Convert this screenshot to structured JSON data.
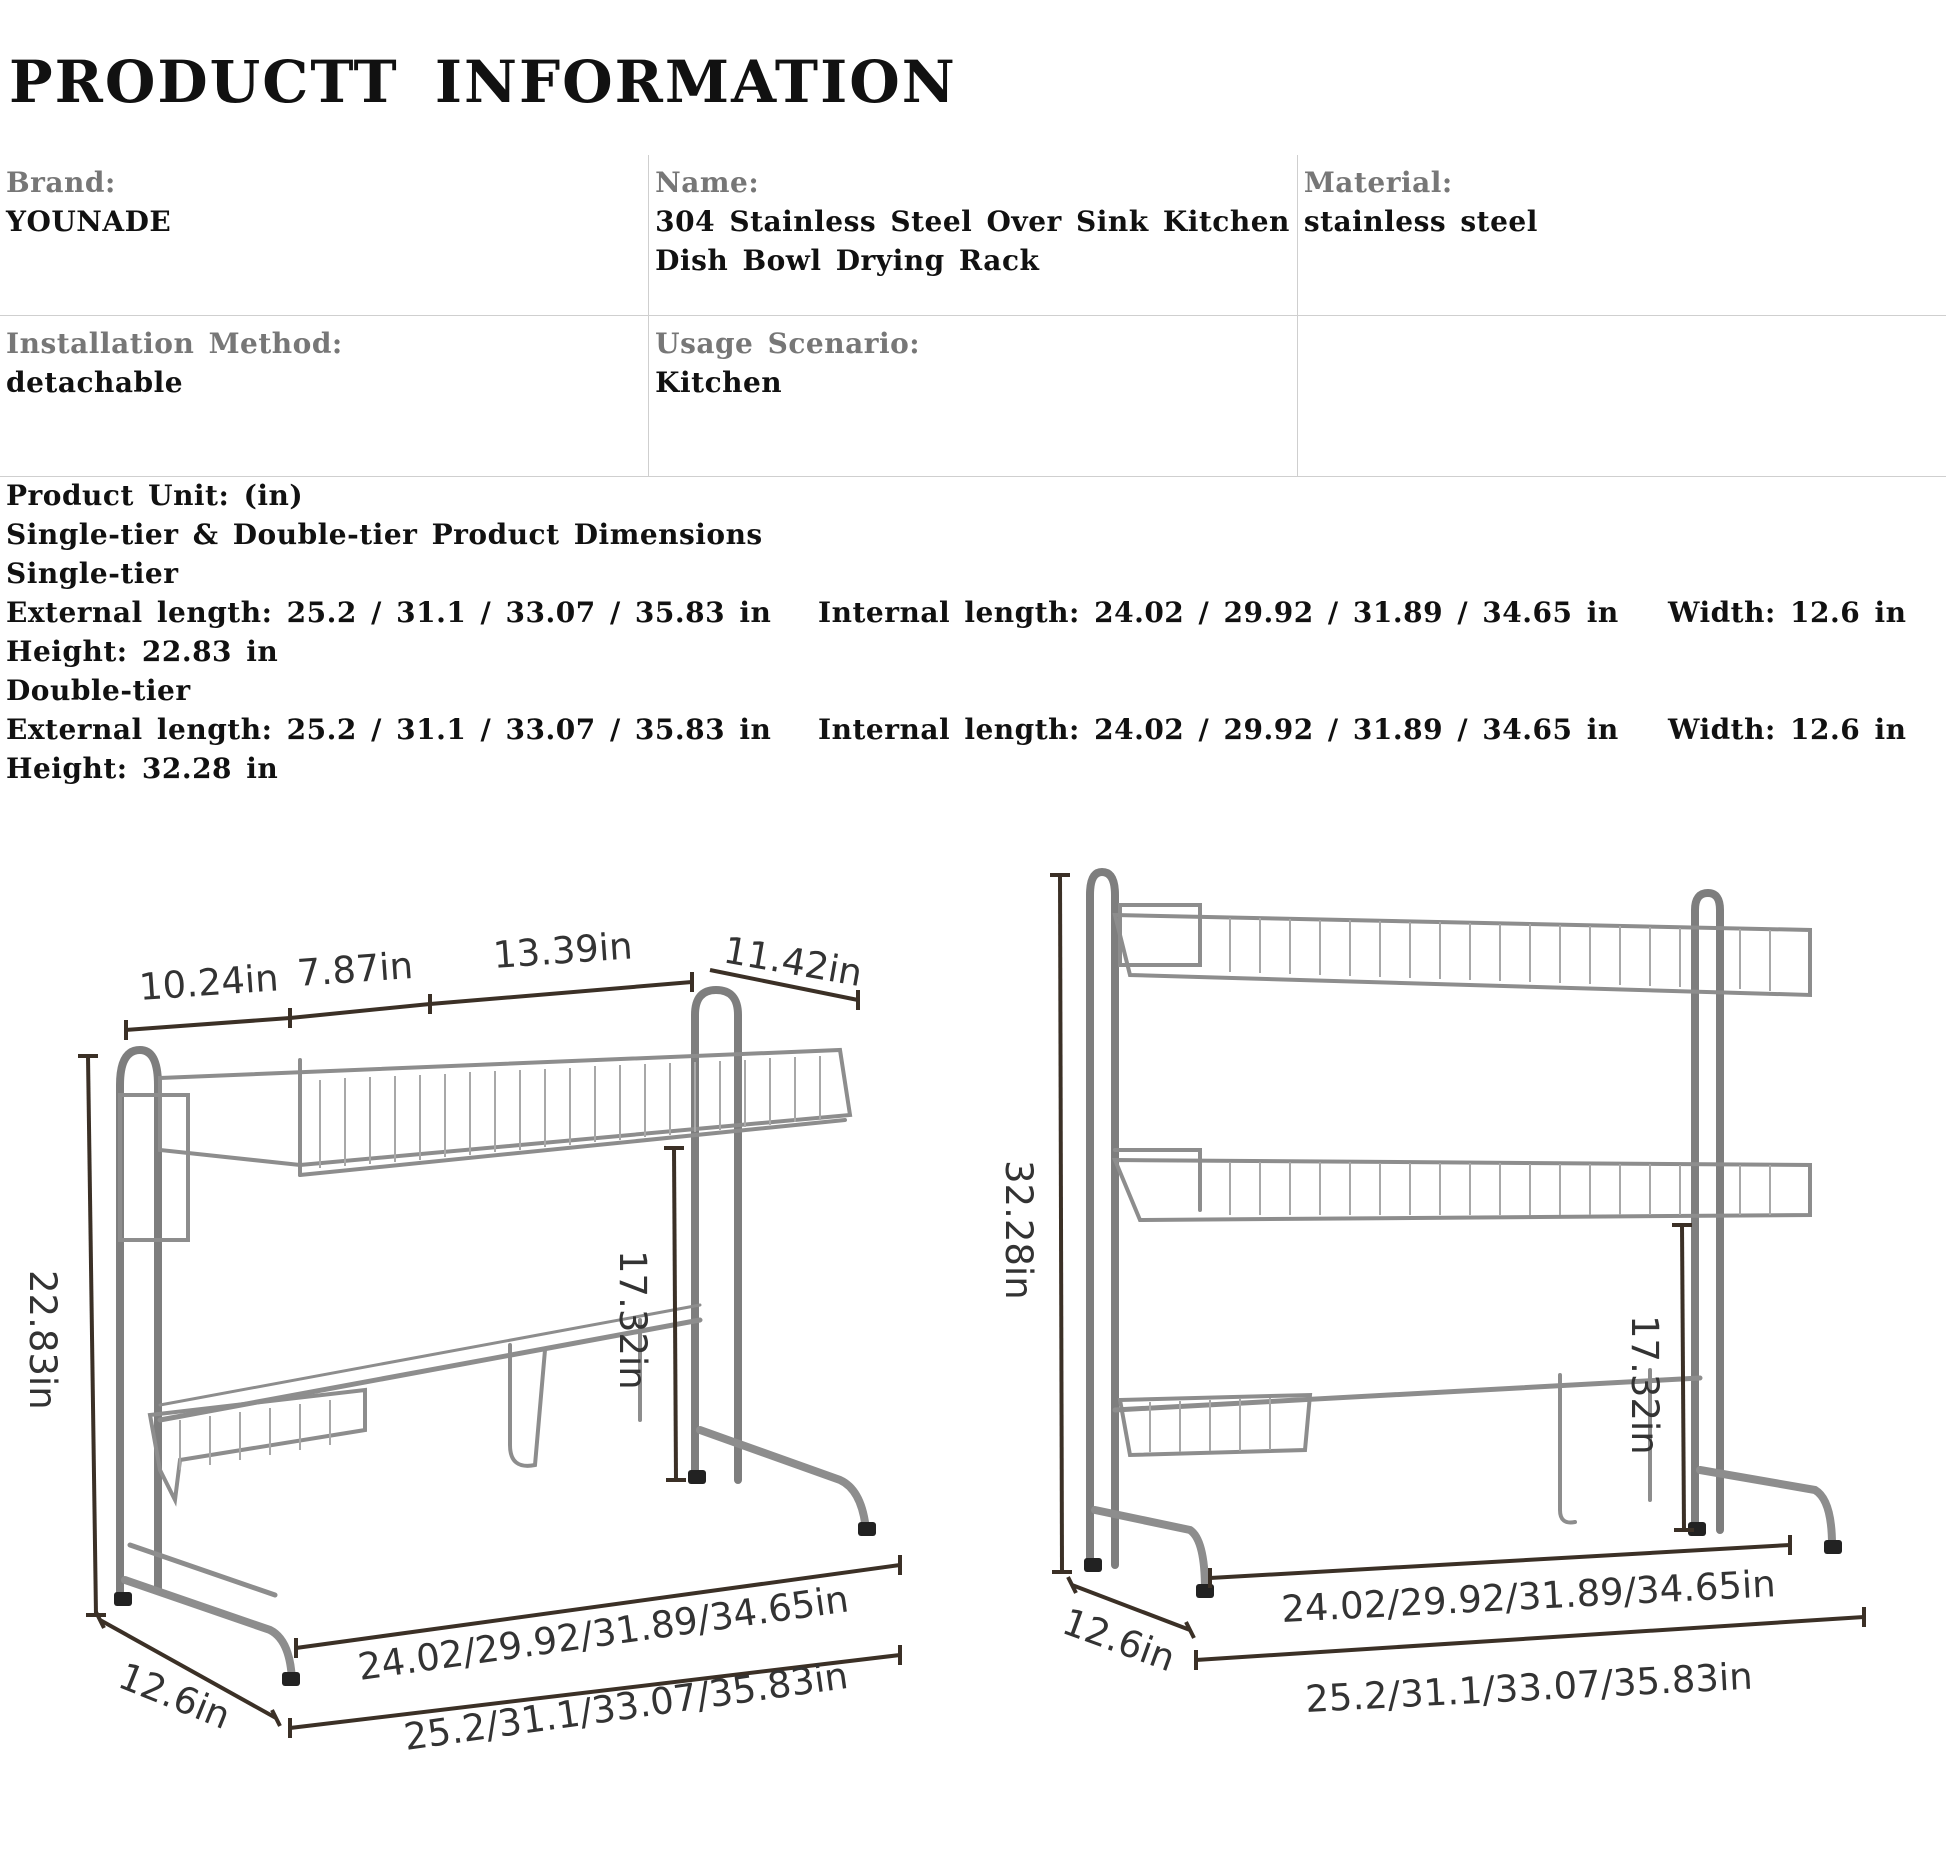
{
  "page_title": "PRODUCTT INFORMATION",
  "info": {
    "brand": {
      "label": "Brand:",
      "value": "YOUNADE"
    },
    "name": {
      "label": "Name:",
      "value_line1": "304 Stainless Steel Over Sink Kitchen",
      "value_line2": "Dish Bowl Drying Rack"
    },
    "material": {
      "label": "Material:",
      "value": "stainless steel"
    },
    "installation": {
      "label": "Installation Method:",
      "value": "detachable"
    },
    "usage": {
      "label": "Usage Scenario:",
      "value": "Kitchen"
    }
  },
  "dimensions": {
    "unit_line": "Product Unit: (in)",
    "heading": "Single-tier & Double-tier Product Dimensions",
    "single": {
      "title": "Single-tier",
      "external": "External length: 25.2 / 31.1 / 33.07 / 35.83 in",
      "internal": "Internal length: 24.02 / 29.92 / 31.89 / 34.65 in",
      "width": "Width: 12.6 in",
      "height": "Height: 22.83 in"
    },
    "double": {
      "title": "Double-tier",
      "external": "External length: 25.2 / 31.1 / 33.07 / 35.83 in",
      "internal": "Internal length: 24.02 / 29.92 / 31.89 / 34.65 in",
      "width": "Width: 12.6 in",
      "height": "Height: 32.28 in"
    }
  },
  "diagram_single": {
    "top1": "10.24in",
    "top2": "7.87in",
    "top3": "13.39in",
    "top4": "11.42in",
    "height": "22.83in",
    "clearance": "17.32in",
    "internal": "24.02/29.92/31.89/34.65in",
    "external": "25.2/31.1/33.07/35.83in",
    "width": "12.6in"
  },
  "diagram_double": {
    "height": "32.28in",
    "clearance": "17.32in",
    "internal": "24.02/29.92/31.89/34.65in",
    "external": "25.2/31.1/33.07/35.83in",
    "width": "12.6in"
  }
}
